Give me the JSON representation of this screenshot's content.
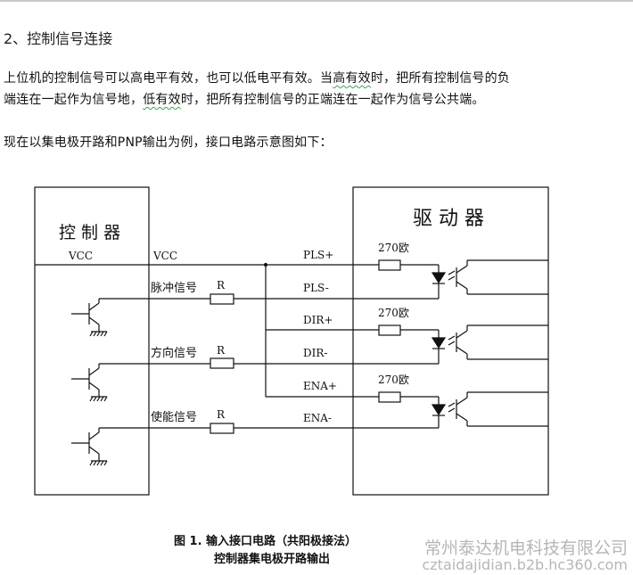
{
  "heading": "2、控制信号连接",
  "paragraph1": {
    "part1": "上位机的控制信号可以高电平有效，也可以低电平有效。当",
    "highlight1": "高有效",
    "part2": "时，把所有控制信号的负"
  },
  "paragraph2": {
    "part1": "端连在一起作为信号地，",
    "highlight1": "低有效",
    "part2": "时，把所有控制信号的正端连在一起作为信号公共端。"
  },
  "paragraph3": "现在以集电极开路和PNP输出为例，接口电路示意图如下：",
  "diagram": {
    "controller_title": "控 制 器",
    "driver_title": "驱 动 器",
    "vcc_left": "VCC",
    "vcc_mid": "VCC",
    "pulse_label": "脉冲信号",
    "direction_label": "方向信号",
    "enable_label": "使能信号",
    "resistor_label": "R",
    "resistor_value": "270欧",
    "pls_plus": "PLS+",
    "pls_minus": "PLS-",
    "dir_plus": "DIR+",
    "dir_minus": "DIR-",
    "ena_plus": "ENA+",
    "ena_minus": "ENA-"
  },
  "caption": {
    "line1": "图 1.  输入接口电路（共阳极接法）",
    "line2": "控制器集电极开路输出"
  },
  "watermark": {
    "company": "常州泰达机电科技有限公司",
    "url": "cztaidajidian.b2b.hc360.com"
  }
}
